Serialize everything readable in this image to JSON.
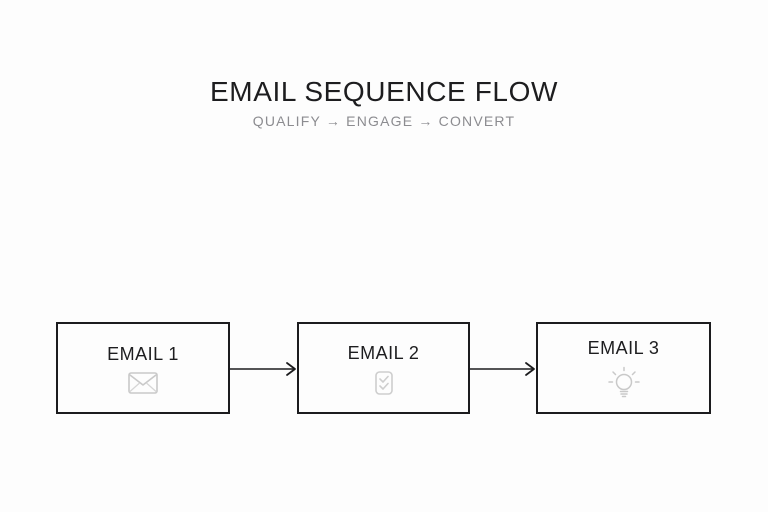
{
  "header": {
    "title": "EMAIL SEQUENCE FLOW",
    "subtitle": "QUALIFY → ENGAGE → CONVERT"
  },
  "flow": {
    "steps": [
      {
        "label": "EMAIL 1",
        "icon": "envelope-icon"
      },
      {
        "label": "EMAIL 2",
        "icon": "checklist-icon"
      },
      {
        "label": "EMAIL 3",
        "icon": "lightbulb-icon"
      }
    ],
    "connectors": [
      {
        "from": "EMAIL 1",
        "to": "EMAIL 2"
      },
      {
        "from": "EMAIL 2",
        "to": "EMAIL 3"
      }
    ]
  },
  "colors": {
    "background": "#fdfdfd",
    "title_text": "#1d1d1f",
    "subtitle_text": "#8c8c90",
    "box_border": "#1c1c1e",
    "box_label": "#1d1d1f",
    "icon_gray": "#c9c9c9",
    "arrow": "#1c1c1e"
  }
}
